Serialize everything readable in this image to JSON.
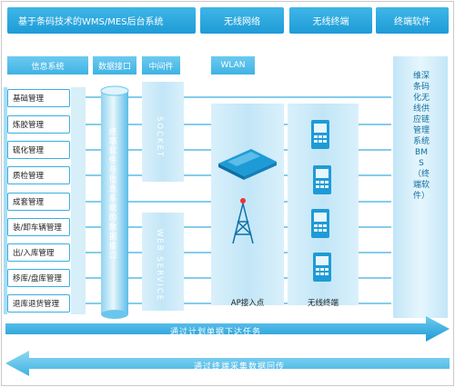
{
  "header": {
    "system_title": "基于条码技术的WMS/MES后台系统",
    "wireless_network": "无线网络",
    "wireless_terminal": "无线终端",
    "terminal_software": "终端软件"
  },
  "subheader": {
    "info_system": "信息系统",
    "data_interface": "数据接口",
    "middleware": "中间件",
    "wlan": "WLAN"
  },
  "modules": [
    "基础管理",
    "炼胶管理",
    "硫化管理",
    "质检管理",
    "成套管理",
    "装/卸车辆管理",
    "出/入库管理",
    "移库/盘库管理",
    "退库退货管理"
  ],
  "cylinder_label": "终端软件与信息系统的数据接口",
  "middleware_boxes": {
    "socket": "SOCKET",
    "web_service": "WEB SERVICE"
  },
  "ap_label": "AP接入点",
  "terminal_label": "无线终端",
  "bms_label": "维深条码化无线供应链管理系统BMS（终端软件）",
  "arrows": {
    "forward": "通过计划单据下达任务",
    "backward": "通过终端采集数据回传"
  },
  "colors": {
    "primary": "#1e9bd6",
    "light": "#c2e6f7",
    "module_border": "#3aaee2"
  }
}
